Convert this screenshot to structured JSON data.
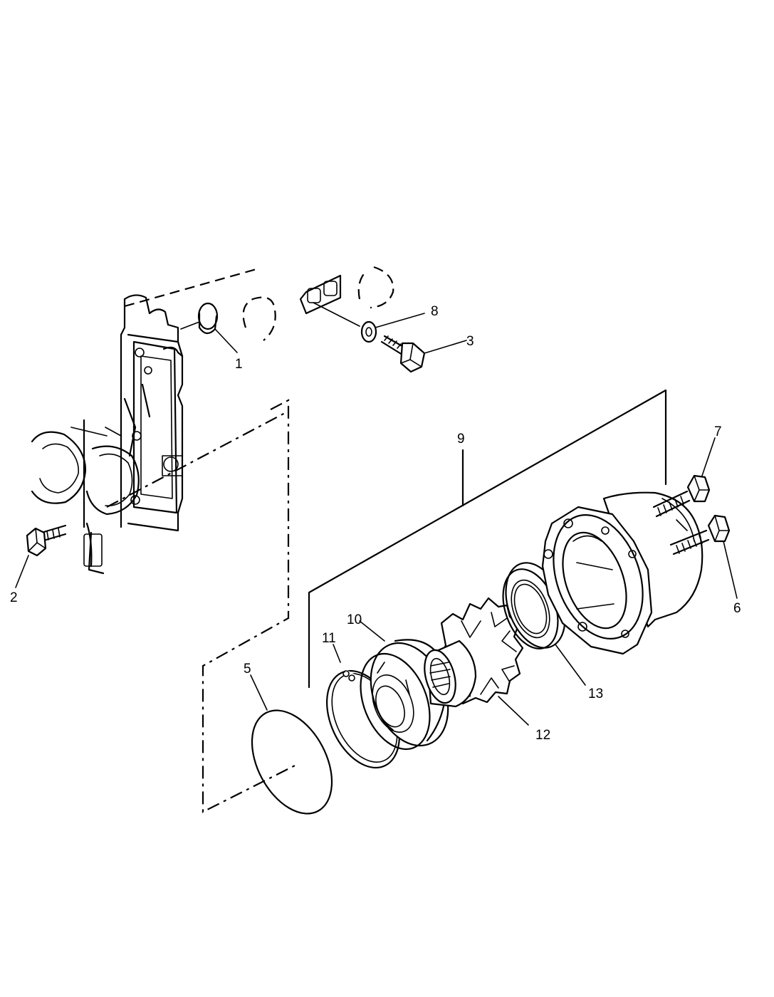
{
  "callouts": [
    {
      "id": "c1",
      "text": "1"
    },
    {
      "id": "c2",
      "text": "2"
    },
    {
      "id": "c3",
      "text": "3"
    },
    {
      "id": "c5",
      "text": "5"
    },
    {
      "id": "c6",
      "text": "6"
    },
    {
      "id": "c7",
      "text": "7"
    },
    {
      "id": "c8",
      "text": "8"
    },
    {
      "id": "c9",
      "text": "9"
    },
    {
      "id": "c10",
      "text": "10"
    },
    {
      "id": "c11",
      "text": "11"
    },
    {
      "id": "c12",
      "text": "12"
    },
    {
      "id": "c13",
      "text": "13"
    }
  ],
  "line_color": "#000000",
  "background_color": "#ffffff"
}
